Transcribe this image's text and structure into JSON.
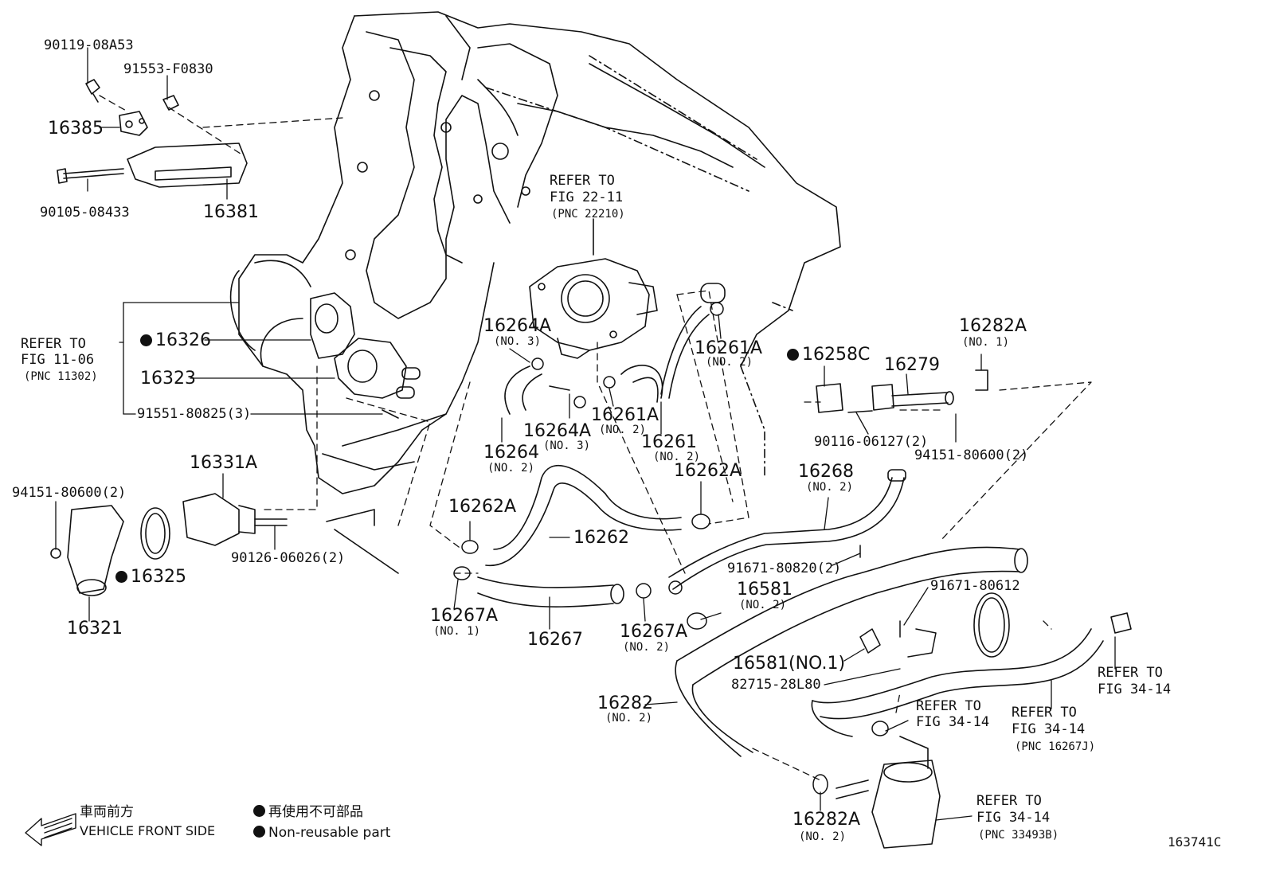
{
  "figure_id": "163741C",
  "legend": {
    "direction_jp": "車両前方",
    "direction_en": "VEHICLE FRONT SIDE",
    "nonreusable_jp": "再使用不可部品",
    "nonreusable_en": "Non-reusable part"
  },
  "refs": {
    "throttle": [
      "REFER TO",
      "FIG 22-11",
      "(PNC 22210)"
    ],
    "engine": [
      "REFER TO",
      "FIG 11-06",
      "(PNC 11302)"
    ],
    "fig3414a": [
      "REFER TO",
      "FIG 34-14"
    ],
    "fig3414b": [
      "REFER TO",
      "FIG 34-14",
      "(PNC 16267J)"
    ],
    "fig3414c": [
      "REFER TO",
      "FIG 34-14"
    ],
    "fig3414d": [
      "REFER TO",
      "FIG 34-14",
      "(PNC 33493B)"
    ]
  },
  "parts": {
    "p90119": "90119-08A53",
    "p91553": "91553-F0830",
    "p16385": "16385",
    "p90105": "90105-08433",
    "p16381": "16381",
    "p16326": "16326",
    "p16323": "16323",
    "p91551": "91551-80825(3)",
    "p94151a": "94151-80600(2)",
    "p16331A": "16331A",
    "p16325": "16325",
    "p90126": "90126-06026(2)",
    "p16321": "16321",
    "p16264A1": "16264A",
    "p16264A1n": "(NO. 3)",
    "p16264A2": "16264A",
    "p16264A2n": "(NO. 3)",
    "p16264": "16264",
    "p16264n": "(NO. 2)",
    "p16261A1": "16261A",
    "p16261A1n": "(NO. 2)",
    "p16261A2": "16261A",
    "p16261A2n": "(NO. 2)",
    "p16261": "16261",
    "p16261n": "(NO. 2)",
    "p16262A1": "16262A",
    "p16262A2": "16262A",
    "p16262": "16262",
    "p16267A1": "16267A",
    "p16267A1n": "(NO. 1)",
    "p16267": "16267",
    "p16267A2": "16267A",
    "p16267A2n": "(NO. 2)",
    "p16258C": "16258C",
    "p16279": "16279",
    "p16282A1": "16282A",
    "p16282A1n": "(NO. 1)",
    "p90116": "90116-06127(2)",
    "p94151b": "94151-80600(2)",
    "p16268": "16268",
    "p16268n": "(NO. 2)",
    "p91671a": "91671-80820(2)",
    "p16581a": "16581",
    "p16581an": "(NO. 2)",
    "p91671b": "91671-80612",
    "p16581b": "16581(NO.1)",
    "p82715": "82715-28L80",
    "p16282": "16282",
    "p16282n": "(NO. 2)",
    "p16282A2": "16282A",
    "p16282A2n": "(NO. 2)"
  }
}
